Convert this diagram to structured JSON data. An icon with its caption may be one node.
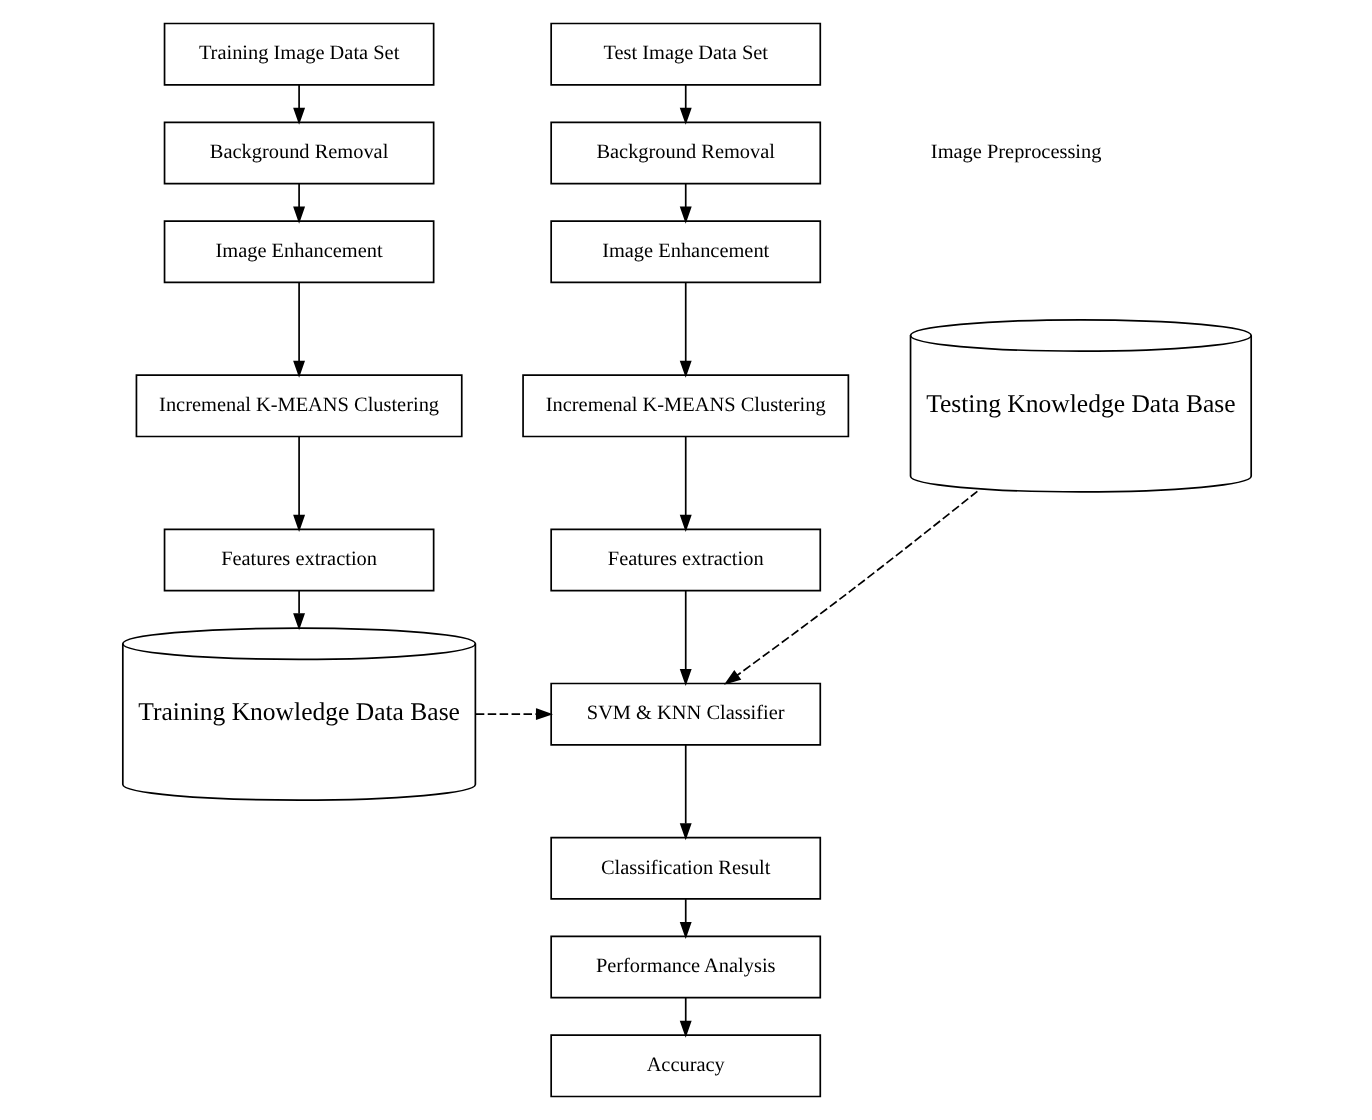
{
  "diagram": {
    "nodes": [
      {
        "text": [
          "Training Image Data Set"
        ]
      },
      {
        "text": [
          "Background Removal"
        ]
      },
      {
        "text": [
          "Image Enhancement"
        ]
      },
      {
        "text": [
          "Incremenal K-MEANS Clustering"
        ]
      },
      {
        "text": [
          "Features extraction"
        ]
      },
      {
        "text": [
          "Training Knowledge Data Base"
        ]
      },
      {
        "text": [
          "Test Image Data Set"
        ]
      },
      {
        "text": [
          "Background Removal"
        ]
      },
      {
        "text": [
          "Image Enhancement"
        ]
      },
      {
        "text": [
          "Incremenal K-MEANS Clustering"
        ]
      },
      {
        "text": [
          "Features extraction"
        ]
      },
      {
        "text": [
          "Testing Knowledge Data Base"
        ]
      },
      {
        "text": [
          "SVM & KNN Classifier"
        ]
      },
      {
        "text": [
          "Classification Result"
        ]
      },
      {
        "text": [
          "Performance Analysis"
        ]
      },
      {
        "text": [
          "Accuracy"
        ]
      }
    ],
    "edges": [
      {
        "from": 0,
        "to": 1,
        "arrow": "to"
      },
      {
        "from": 1,
        "to": 2,
        "arrow": "to"
      },
      {
        "from": 2,
        "to": 3,
        "arrow": "to"
      },
      {
        "from": 3,
        "to": 4,
        "arrow": "to"
      },
      {
        "from": 4,
        "to": 5,
        "arrow": "to"
      },
      {
        "from": 6,
        "to": 7,
        "arrow": "to"
      },
      {
        "from": 7,
        "to": 8,
        "arrow": "to"
      },
      {
        "from": 8,
        "to": 9,
        "arrow": "to"
      },
      {
        "from": 9,
        "to": 10,
        "arrow": "to"
      },
      {
        "from": 10,
        "to": 12,
        "arrow": "to"
      },
      {
        "from": 12,
        "to": 13,
        "arrow": "to"
      },
      {
        "from": 13,
        "to": 14,
        "arrow": "to"
      },
      {
        "from": 14,
        "to": 15,
        "arrow": "to"
      },
      {
        "from": 5,
        "to": 12,
        "arrow": "to",
        "style": "dashed"
      },
      {
        "from": 11,
        "to": 12,
        "arrow": "to",
        "style": "dashed"
      }
    ],
    "labels": [
      "Image Preprocessing"
    ]
  }
}
